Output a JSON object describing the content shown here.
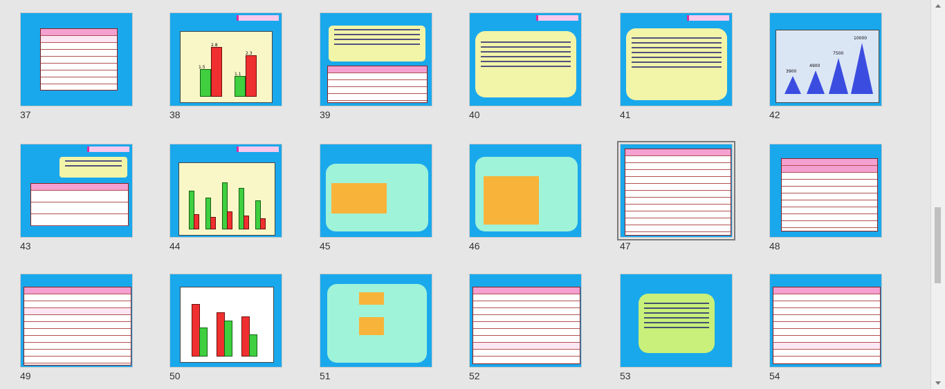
{
  "slides": [
    {
      "number": "37",
      "kind": "table"
    },
    {
      "number": "38",
      "kind": "bar-chart"
    },
    {
      "number": "39",
      "kind": "text-table"
    },
    {
      "number": "40",
      "kind": "text-box"
    },
    {
      "number": "41",
      "kind": "text-box"
    },
    {
      "number": "42",
      "kind": "cone-chart"
    },
    {
      "number": "43",
      "kind": "text-table"
    },
    {
      "number": "44",
      "kind": "bar-chart"
    },
    {
      "number": "45",
      "kind": "diagram"
    },
    {
      "number": "46",
      "kind": "diagram"
    },
    {
      "number": "47",
      "kind": "table",
      "selected": true
    },
    {
      "number": "48",
      "kind": "table"
    },
    {
      "number": "49",
      "kind": "table"
    },
    {
      "number": "50",
      "kind": "bar-chart"
    },
    {
      "number": "51",
      "kind": "diagram"
    },
    {
      "number": "52",
      "kind": "table"
    },
    {
      "number": "53",
      "kind": "text-box"
    },
    {
      "number": "54",
      "kind": "table"
    }
  ],
  "slide_content": {
    "s38": {
      "values": [
        "1.5",
        "2.8",
        "1.1",
        "2.3"
      ]
    },
    "s42": {
      "values": [
        "3900",
        "4900",
        "7500",
        "10000"
      ]
    }
  },
  "colors": {
    "slide_bg": "#1aa8ec",
    "table_header": "#f4a0d0",
    "chart_bg": "#f9f7c8"
  }
}
